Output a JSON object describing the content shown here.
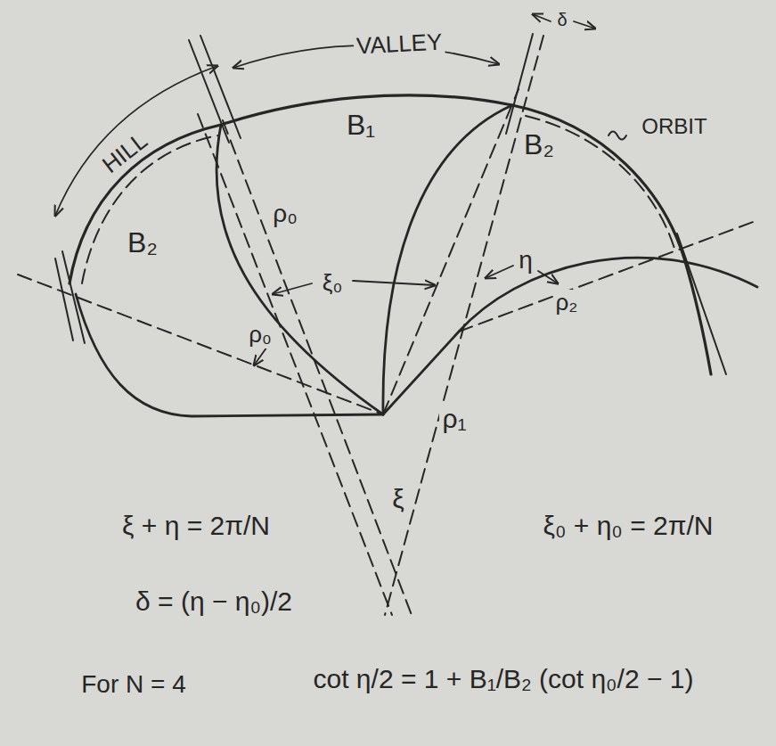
{
  "diagram": {
    "labels": [
      "δ",
      "VALLEY",
      "HILL",
      "ORBIT",
      "B₁",
      "B₂",
      "B₂",
      "ρ₀",
      "ξ₀",
      "η",
      "ρ₂",
      "ρ₀",
      "ρ₁",
      "ξ",
      "ξ + η = 2π/N",
      "ξ₀ + η₀ = 2π/N",
      "δ = (η − η₀)/2",
      "For N = 4",
      "cot η/2 = 1 + B₁/B₂ (cot η₀/2 − 1)"
    ]
  }
}
